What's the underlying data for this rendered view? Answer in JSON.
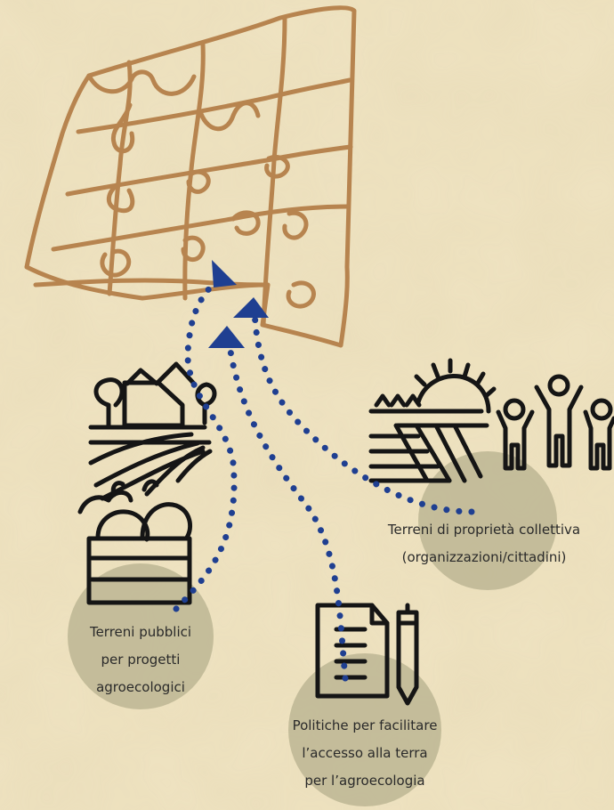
{
  "colors": {
    "background": "#efe3c1",
    "puzzle": "#b7844f",
    "arrow": "#1f3f91",
    "circle": "#b9b28f",
    "icon": "#151515"
  },
  "icons": {
    "puzzle": "puzzle-grid-icon",
    "farm": "farm-icon",
    "produce": "produce-crate-icon",
    "document": "document-pen-icon",
    "sunrise": "sunrise-field-icon",
    "people": "people-icon"
  },
  "labels": {
    "public": [
      "Terreni pubblici",
      "per progetti",
      "agroecologici"
    ],
    "policy": [
      "Politiche per facilitare",
      "l’accesso alla terra",
      "per l’agroecologia"
    ],
    "collective": [
      "Terreni di proprietà collettiva",
      "(organizzazioni/cittadini)"
    ]
  }
}
